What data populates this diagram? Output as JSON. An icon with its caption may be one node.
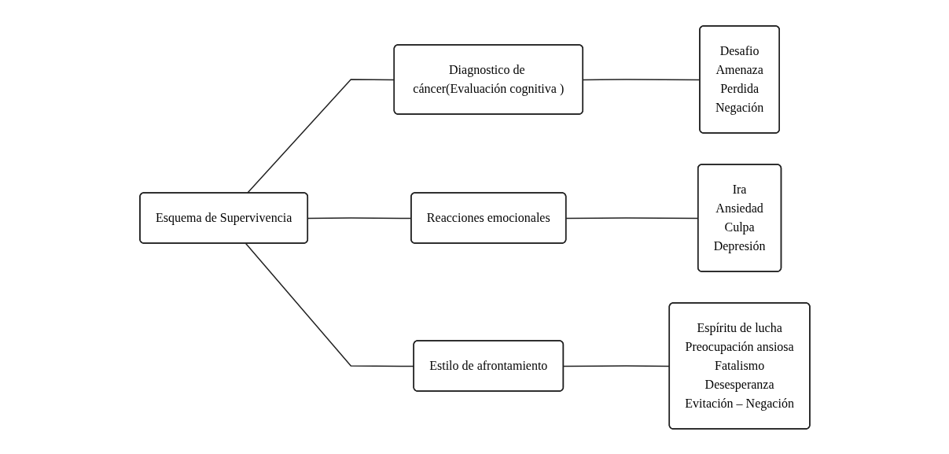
{
  "diagram": {
    "nodes": [
      {
        "text": [
          "Esquema de Supervivencia"
        ]
      },
      {
        "text": [
          "Diagnostico de cáncer(Evaluación cognitiva )"
        ]
      },
      {
        "text": [
          "Desafio",
          "Amenaza",
          "Perdida",
          "Negación"
        ]
      },
      {
        "text": [
          "Reacciones emocionales"
        ]
      },
      {
        "text": [
          "Ira",
          "Ansiedad",
          "Culpa",
          "Depresión"
        ]
      },
      {
        "text": [
          "Estilo de afrontamiento"
        ]
      },
      {
        "text": [
          "Espíritu de lucha",
          "Preocupación ansiosa",
          "Fatalismo",
          "Desesperanza",
          "Evitación – Negación"
        ]
      }
    ],
    "edges": [
      {
        "from": 0,
        "to": 1,
        "arrow": "none"
      },
      {
        "from": 0,
        "to": 3,
        "arrow": "none"
      },
      {
        "from": 0,
        "to": 5,
        "arrow": "none"
      },
      {
        "from": 1,
        "to": 2,
        "arrow": "none"
      },
      {
        "from": 3,
        "to": 4,
        "arrow": "none"
      },
      {
        "from": 5,
        "to": 6,
        "arrow": "none"
      }
    ]
  }
}
